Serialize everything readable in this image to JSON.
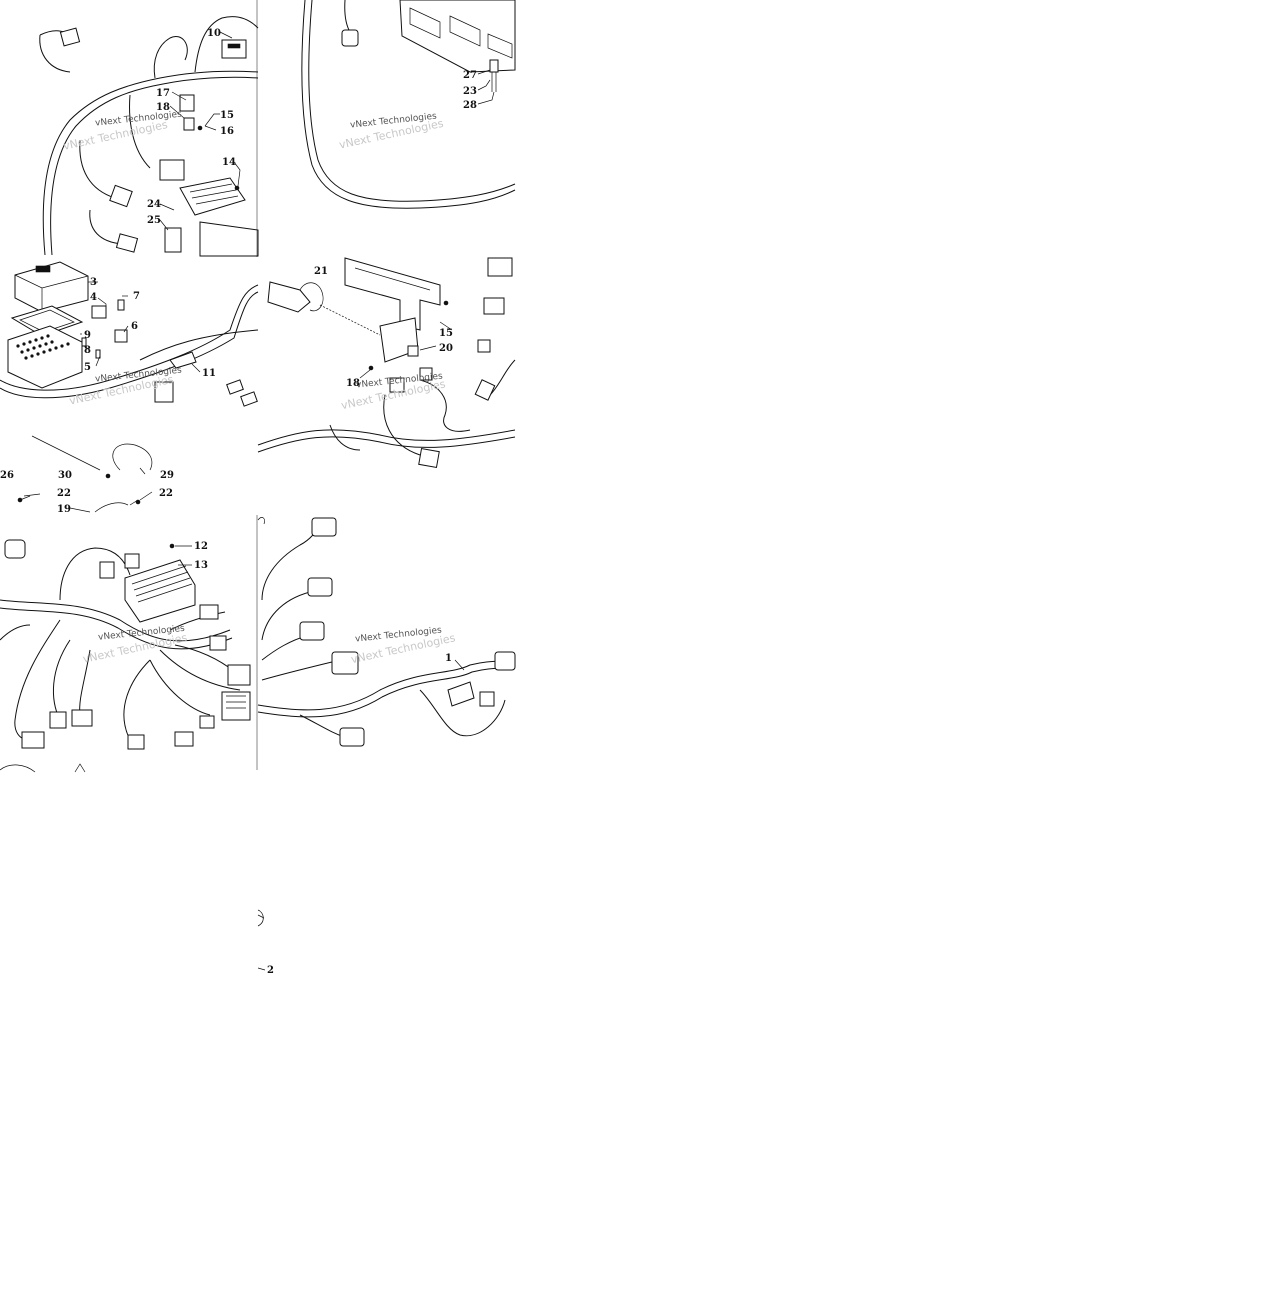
{
  "diagram": {
    "watermark": "vNext Technologies",
    "callouts": [
      {
        "id": "c10",
        "text": "10"
      },
      {
        "id": "c17",
        "text": "17"
      },
      {
        "id": "c18a",
        "text": "18"
      },
      {
        "id": "c15a",
        "text": "15"
      },
      {
        "id": "c16",
        "text": "16"
      },
      {
        "id": "c14",
        "text": "14"
      },
      {
        "id": "c24",
        "text": "24"
      },
      {
        "id": "c25",
        "text": "25"
      },
      {
        "id": "c27",
        "text": "27"
      },
      {
        "id": "c23",
        "text": "23"
      },
      {
        "id": "c28",
        "text": "28"
      },
      {
        "id": "c3",
        "text": "3"
      },
      {
        "id": "c4",
        "text": "4"
      },
      {
        "id": "c7",
        "text": "7"
      },
      {
        "id": "c6",
        "text": "6"
      },
      {
        "id": "c9",
        "text": "9"
      },
      {
        "id": "c8",
        "text": "8"
      },
      {
        "id": "c5",
        "text": "5"
      },
      {
        "id": "c11",
        "text": "11"
      },
      {
        "id": "c21",
        "text": "21"
      },
      {
        "id": "c15b",
        "text": "15"
      },
      {
        "id": "c20",
        "text": "20"
      },
      {
        "id": "c18b",
        "text": "18"
      },
      {
        "id": "c26",
        "text": "26"
      },
      {
        "id": "c30",
        "text": "30"
      },
      {
        "id": "c29",
        "text": "29"
      },
      {
        "id": "c22a",
        "text": "22"
      },
      {
        "id": "c22b",
        "text": "22"
      },
      {
        "id": "c19",
        "text": "19"
      },
      {
        "id": "c12",
        "text": "12"
      },
      {
        "id": "c13",
        "text": "13"
      },
      {
        "id": "c1",
        "text": "1"
      },
      {
        "id": "c2",
        "text": "2"
      }
    ]
  }
}
